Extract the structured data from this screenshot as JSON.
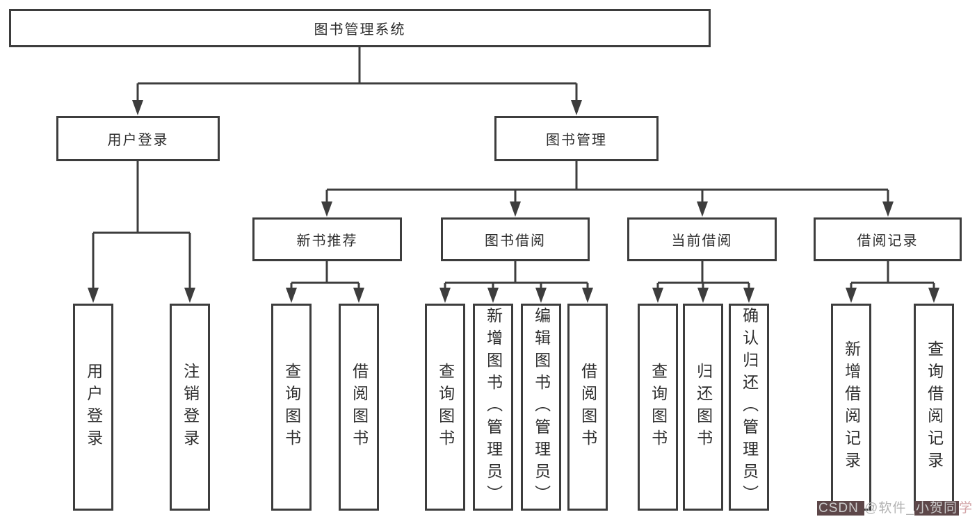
{
  "tree": {
    "root": {
      "label": "图书管理系统"
    },
    "branches": [
      {
        "label": "用户登录",
        "children": [
          {
            "label": "用户登录"
          },
          {
            "label": "注销登录"
          }
        ]
      },
      {
        "label": "图书管理",
        "children": [
          {
            "label": "新书推荐",
            "children": [
              {
                "label": "查询图书"
              },
              {
                "label": "借阅图书"
              }
            ]
          },
          {
            "label": "图书借阅",
            "children": [
              {
                "label": "查询图书"
              },
              {
                "label": "新增图书（管理员）"
              },
              {
                "label": "编辑图书（管理员）"
              },
              {
                "label": "借阅图书"
              }
            ]
          },
          {
            "label": "当前借阅",
            "children": [
              {
                "label": "查询图书"
              },
              {
                "label": "归还图书"
              },
              {
                "label": "确认归还（管理员）"
              }
            ]
          },
          {
            "label": "借阅记录",
            "children": [
              {
                "label": "新增借阅记录"
              },
              {
                "label": "查询借阅记录"
              }
            ]
          }
        ]
      }
    ]
  },
  "watermark": {
    "part1": "CSDN ",
    "part2": "@软件_",
    "part3": "小贺同",
    "part4": "学"
  },
  "colors": {
    "line": "#3d3d3d",
    "box_border": "#3d3d3d",
    "text": "#2e2e2e",
    "background": "#ffffff",
    "watermark_gray": "#b3b3b3",
    "watermark_block_bg": "#5d4749",
    "watermark_block_text": "#cccccc",
    "watermark_accent": "#d2a3a6"
  }
}
